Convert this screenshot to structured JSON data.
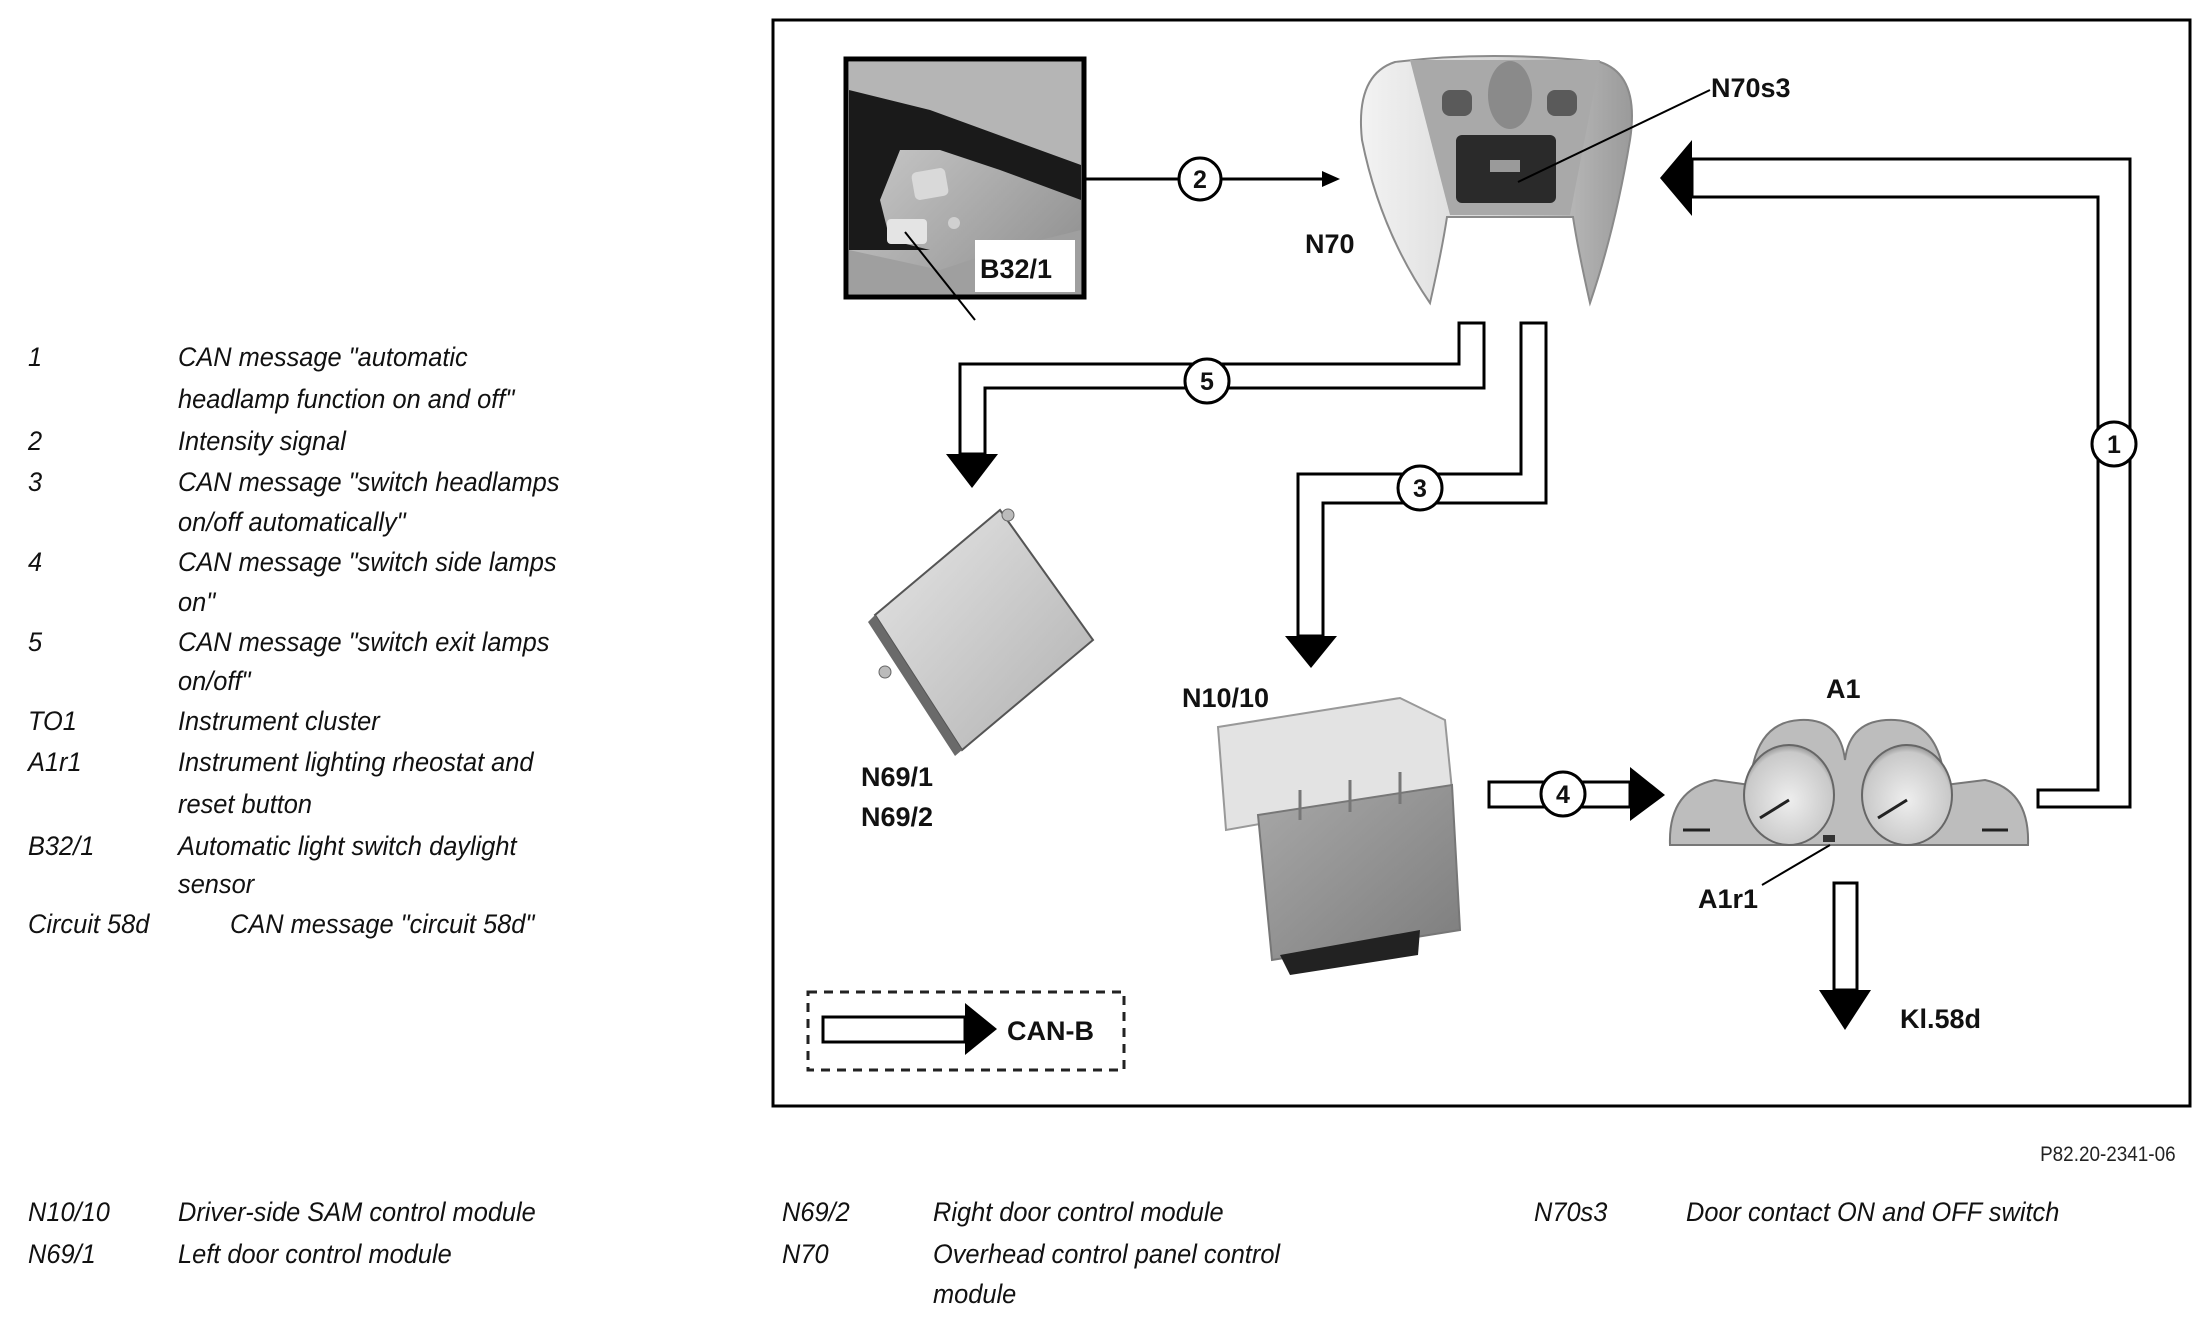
{
  "top_legend": [
    {
      "key": "1",
      "lines": [
        "CAN message \"automatic",
        "headlamp function on and off\""
      ]
    },
    {
      "key": "2",
      "lines": [
        "Intensity signal"
      ]
    },
    {
      "key": "3",
      "lines": [
        "CAN message \"switch headlamps",
        "on/off automatically\""
      ]
    },
    {
      "key": "4",
      "lines": [
        "CAN message \"switch side lamps",
        "on\""
      ]
    },
    {
      "key": "5",
      "lines": [
        "CAN message \"switch exit lamps",
        "on/off\""
      ]
    },
    {
      "key": "TO1",
      "lines": [
        "Instrument cluster"
      ]
    },
    {
      "key": "A1r1",
      "lines": [
        "Instrument lighting rheostat and",
        "reset button"
      ]
    },
    {
      "key": "B32/1",
      "lines": [
        "Automatic light switch daylight",
        "sensor"
      ]
    },
    {
      "key": "Circuit 58d",
      "lines": [
        "CAN message \"circuit 58d\""
      ]
    }
  ],
  "bottom_legend": [
    {
      "key": "N10/10",
      "lines": [
        "Driver-side SAM control module"
      ]
    },
    {
      "key": "N69/1",
      "lines": [
        "Left door control module"
      ]
    },
    {
      "key": "N69/2",
      "lines": [
        "Right door control module"
      ]
    },
    {
      "key": "N70",
      "lines": [
        "Overhead control panel control",
        "module"
      ]
    },
    {
      "key": "N70s3",
      "lines": [
        "Door contact ON and OFF switch"
      ]
    }
  ],
  "diagram": {
    "components": {
      "b32_1": "B32/1",
      "n70": "N70",
      "n70s3": "N70s3",
      "n69": [
        "N69/1",
        "N69/2"
      ],
      "n10_10": "N10/10",
      "a1": "A1",
      "a1r1": "A1r1",
      "kl58d": "Kl.58d"
    },
    "signals": {
      "s1": "1",
      "s2": "2",
      "s3": "3",
      "s4": "4",
      "s5": "5"
    },
    "key_box_label": "CAN-B"
  },
  "figure_code": "P82.20-2341-06"
}
